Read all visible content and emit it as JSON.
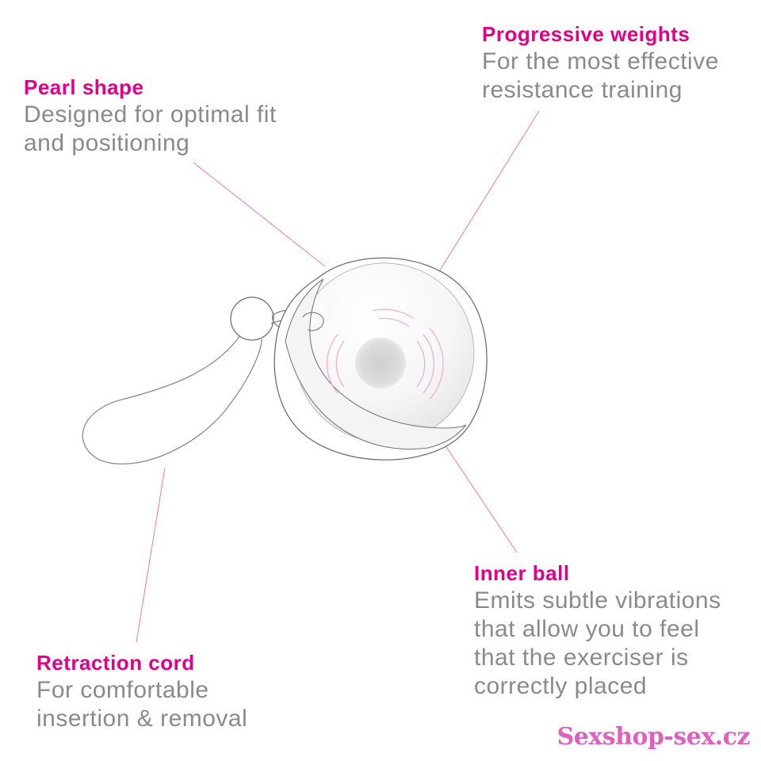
{
  "colors": {
    "title": "#e0008a",
    "description": "#8a8a8a",
    "leader_line": "#ef74b8",
    "outline": "#777777",
    "watermark": "#e060c0"
  },
  "callouts": {
    "pearl_shape": {
      "title": "Pearl shape",
      "lines": [
        "Designed for optimal fit",
        "and positioning"
      ]
    },
    "progressive_weights": {
      "title": "Progressive weights",
      "lines": [
        "For the most effective",
        "resistance training"
      ]
    },
    "inner_ball": {
      "title": "Inner ball",
      "lines": [
        "Emits subtle vibrations",
        "that allow you to feel",
        "that the exerciser is",
        "correctly placed"
      ]
    },
    "retraction_cord": {
      "title": "Retraction cord",
      "lines": [
        "For comfortable",
        "insertion & removal"
      ]
    }
  },
  "watermark": "Sexshop-sex.cz"
}
